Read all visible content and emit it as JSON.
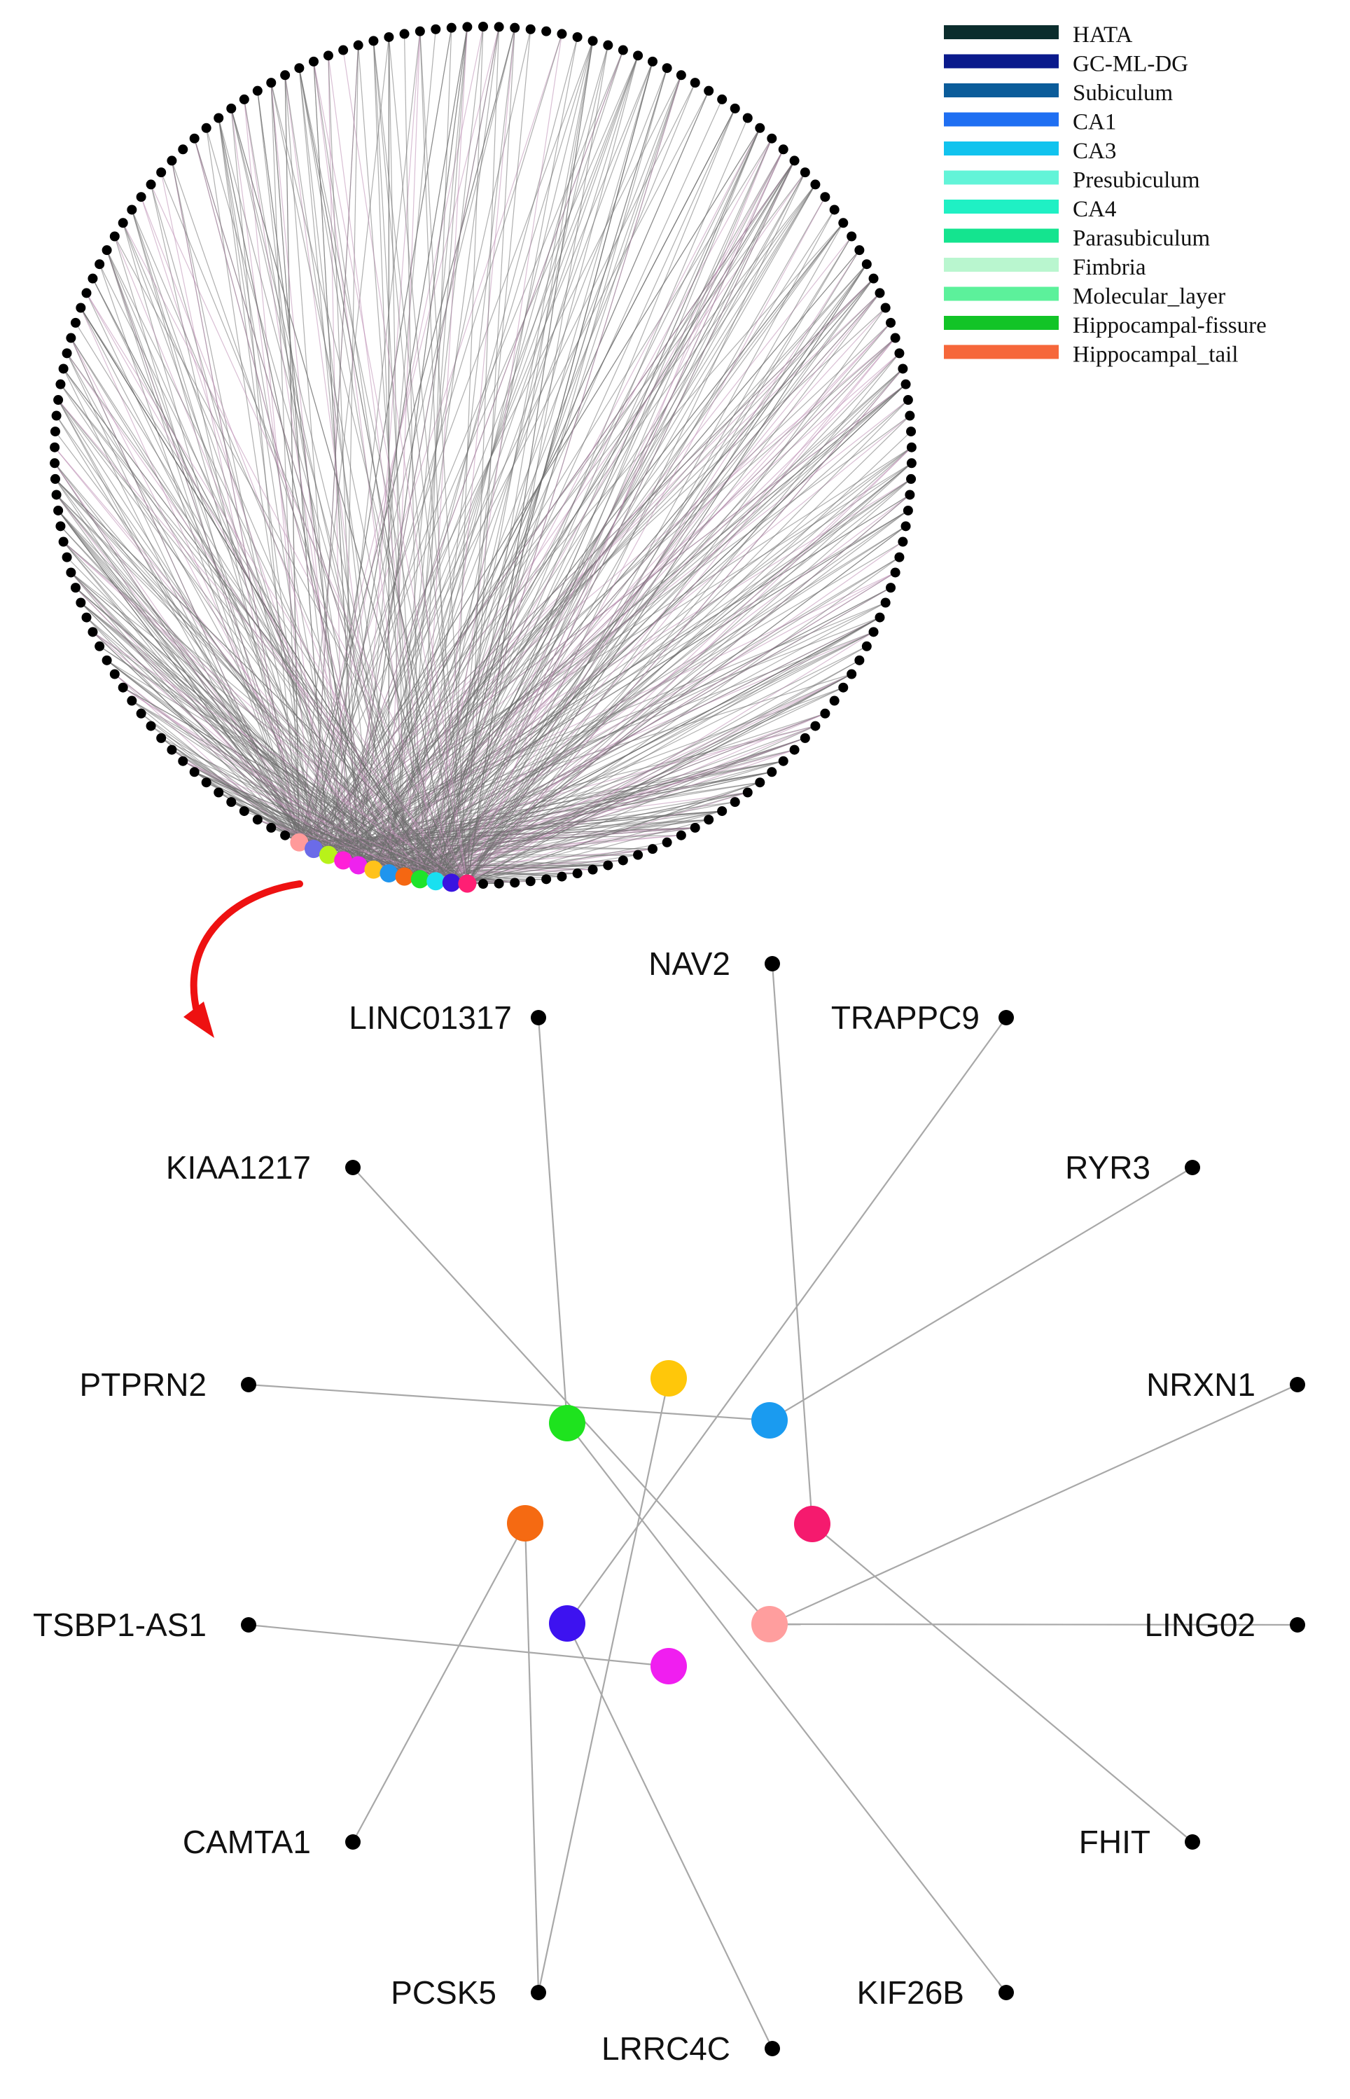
{
  "legend": [
    {
      "label": "HATA",
      "color": "#0b2d2d"
    },
    {
      "label": "GC-ML-DG",
      "color": "#0a1a8c"
    },
    {
      "label": "Subiculum",
      "color": "#0b5c9a"
    },
    {
      "label": "CA1",
      "color": "#1f6ff2"
    },
    {
      "label": "CA3",
      "color": "#11c3ee"
    },
    {
      "label": "Presubiculum",
      "color": "#62f4d8"
    },
    {
      "label": "CA4",
      "color": "#1ff0c4"
    },
    {
      "label": "Parasubiculum",
      "color": "#14e48f"
    },
    {
      "label": "Fimbria",
      "color": "#b9f6cf"
    },
    {
      "label": "Molecular_layer",
      "color": "#5cf19b"
    },
    {
      "label": "Hippocampal-fissure",
      "color": "#12c427"
    },
    {
      "label": "Hippocampal_tail",
      "color": "#f6673a"
    }
  ],
  "overview_network": {
    "colored_nodes": [
      "#ff9a9a",
      "#6b6be8",
      "#b8f21a",
      "#ff1fd8",
      "#ee22ee",
      "#ffc21a",
      "#1f95ee",
      "#f56712",
      "#1ee32a",
      "#19e0f0",
      "#3914e0",
      "#ff1f74"
    ]
  },
  "hub_nodes": {
    "green": {
      "color": "#1ee31e"
    },
    "yellow": {
      "color": "#ffc70a"
    },
    "blue": {
      "color": "#1a9bf0"
    },
    "red": {
      "color": "#f51a6e"
    },
    "orange": {
      "color": "#f56a12"
    },
    "pink": {
      "color": "#ff9e9e"
    },
    "purple": {
      "color": "#3d12f0"
    },
    "magenta": {
      "color": "#f01ef0"
    }
  },
  "genes": [
    {
      "id": "NAV2",
      "label": "NAV2"
    },
    {
      "id": "LINC01317",
      "label": "LINC01317"
    },
    {
      "id": "TRAPPC9",
      "label": "TRAPPC9"
    },
    {
      "id": "KIAA1217",
      "label": "KIAA1217"
    },
    {
      "id": "RYR3",
      "label": "RYR3"
    },
    {
      "id": "PTPRN2",
      "label": "PTPRN2"
    },
    {
      "id": "NRXN1",
      "label": "NRXN1"
    },
    {
      "id": "TSBP1-AS1",
      "label": "TSBP1-AS1"
    },
    {
      "id": "LING02",
      "label": "LING02"
    },
    {
      "id": "CAMTA1",
      "label": "CAMTA1"
    },
    {
      "id": "FHIT",
      "label": "FHIT"
    },
    {
      "id": "PCSK5",
      "label": "PCSK5"
    },
    {
      "id": "KIF26B",
      "label": "KIF26B"
    },
    {
      "id": "LRRC4C",
      "label": "LRRC4C"
    }
  ],
  "edges": [
    {
      "gene": "NAV2",
      "hub": "red"
    },
    {
      "gene": "LINC01317",
      "hub": "green"
    },
    {
      "gene": "TRAPPC9",
      "hub": "purple"
    },
    {
      "gene": "KIAA1217",
      "hub": "pink"
    },
    {
      "gene": "RYR3",
      "hub": "blue"
    },
    {
      "gene": "PTPRN2",
      "hub": "blue"
    },
    {
      "gene": "NRXN1",
      "hub": "pink"
    },
    {
      "gene": "TSBP1-AS1",
      "hub": "magenta"
    },
    {
      "gene": "LING02",
      "hub": "pink"
    },
    {
      "gene": "CAMTA1",
      "hub": "orange"
    },
    {
      "gene": "FHIT",
      "hub": "red"
    },
    {
      "gene": "PCSK5",
      "hub": "orange"
    },
    {
      "gene": "PCSK5",
      "hub": "yellow"
    },
    {
      "gene": "KIF26B",
      "hub": "green"
    },
    {
      "gene": "LRRC4C",
      "hub": "purple"
    }
  ]
}
